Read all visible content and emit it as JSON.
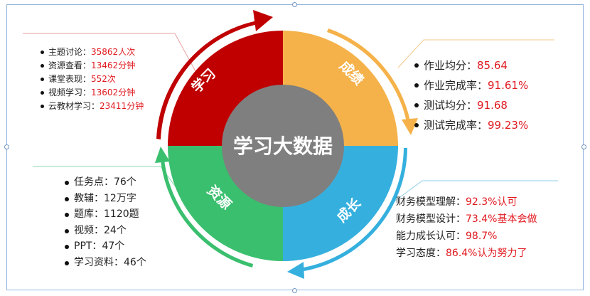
{
  "center": {
    "title": "学习大数据"
  },
  "segments": {
    "study": {
      "label": "学习",
      "color": "#c00000"
    },
    "score": {
      "label": "成绩",
      "color": "#f5b24a"
    },
    "growth": {
      "label": "成长",
      "color": "#35b0de"
    },
    "resource": {
      "label": "资源",
      "color": "#3abf6e"
    }
  },
  "panels": {
    "study": [
      {
        "label": "主题讨论：",
        "value": "35862人次"
      },
      {
        "label": "资源查看：",
        "value": "13462分钟"
      },
      {
        "label": "课堂表现：",
        "value": "552次"
      },
      {
        "label": "视频学习：",
        "value": "13602分钟"
      },
      {
        "label": "云教材学习：",
        "value": "23411分钟"
      }
    ],
    "score": [
      {
        "label": "作业均分：",
        "value": "85.64"
      },
      {
        "label": "作业完成率：",
        "value": "91.61%"
      },
      {
        "label": "测试均分：",
        "value": "91.68"
      },
      {
        "label": "测试完成率：",
        "value": "99.23%"
      }
    ],
    "resource": [
      {
        "label": "任务点：",
        "value": "76个"
      },
      {
        "label": "教辅：",
        "value": "12万字"
      },
      {
        "label": "题库：",
        "value": "1120题"
      },
      {
        "label": "视频：",
        "value": "24个"
      },
      {
        "label": "PPT：",
        "value": "47个"
      },
      {
        "label": "学习资料：",
        "value": "46个"
      }
    ],
    "growth": [
      {
        "label": "财务模型理解：",
        "value": "92.3%认可"
      },
      {
        "label": "财务模型设计：",
        "value": "73.4%基本会做"
      },
      {
        "label": "能力成长认可：",
        "value": "98.7%"
      },
      {
        "label": "学习态度：",
        "value": "86.4%认为努力了"
      }
    ]
  },
  "colors": {
    "center": "#7f7f7f",
    "value_text": "#e0191f"
  }
}
